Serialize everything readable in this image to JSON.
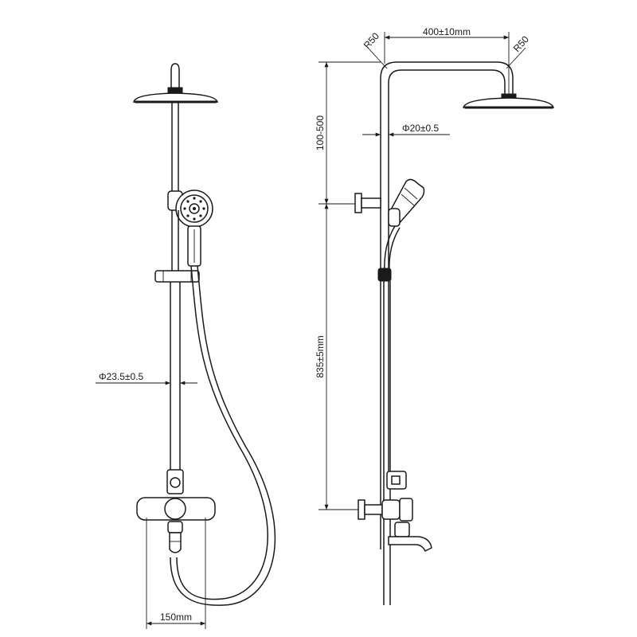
{
  "dimensions": {
    "arm_length": "400±10mm",
    "bend_radius_left": "R50",
    "bend_radius_right": "R50",
    "riser_extension": "100-500",
    "upper_pipe_diameter": "Φ20±0.5",
    "lower_pipe_diameter": "Φ23.5±0.5",
    "riser_height": "835±5mm",
    "outlet_spacing": "150mm"
  }
}
